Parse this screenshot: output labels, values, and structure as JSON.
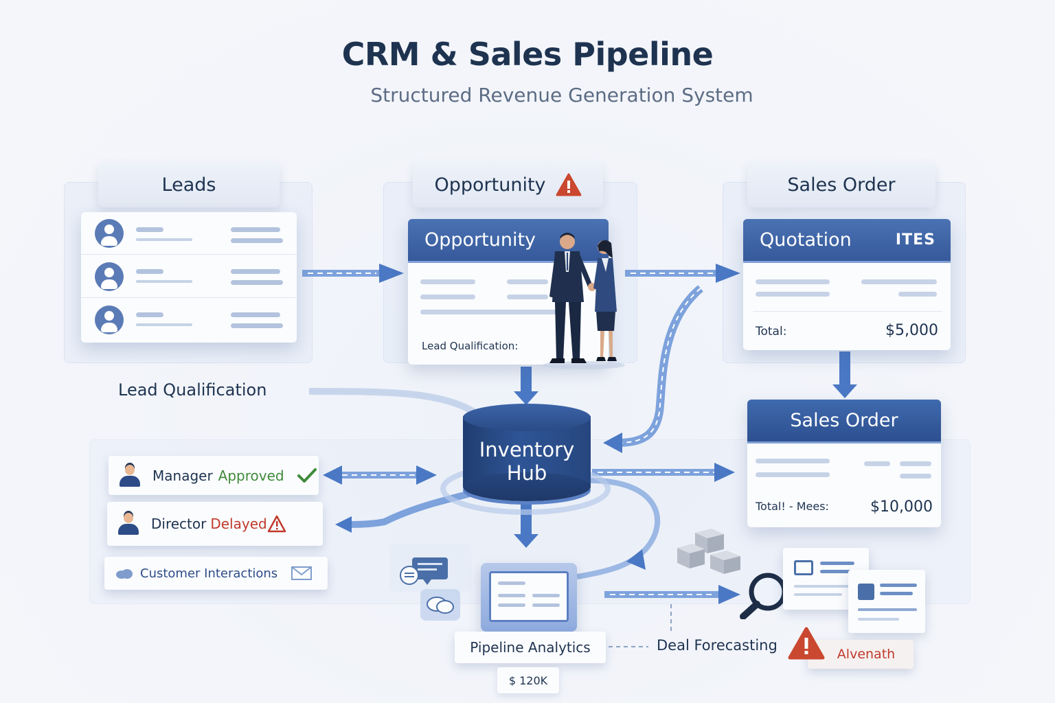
{
  "header": {
    "title": "CRM & Sales Pipeline",
    "subtitle": "Structured Revenue Generation System"
  },
  "stages": {
    "leads": "Leads",
    "opportunity": "Opportunity",
    "sales_order": "Sales Order"
  },
  "opportunity_card": {
    "title": "Opportunity",
    "footer": "Lead Qualification:"
  },
  "quotation_card": {
    "title": "Quotation",
    "badge": "ITES",
    "total_label": "Total:",
    "total_value": "$5,000"
  },
  "sales_order_card": {
    "title": "Sales Order",
    "total_label": "Total! - Mees:",
    "total_value": "$10,000"
  },
  "lead_qualification_label": "Lead Qualification",
  "inventory_hub": {
    "line1": "Inventory",
    "line2": "Hub"
  },
  "approvals": {
    "manager_role": "Manager",
    "manager_status": "Approved",
    "director_role": "Director",
    "director_status": "Delayed",
    "customer_interactions": "Customer Interactions"
  },
  "analytics": {
    "pipeline_label": "Pipeline Analytics",
    "pipeline_value": "$ 120K",
    "forecast_label": "Deal Forecasting",
    "alert_label": "Alvenath"
  },
  "colors": {
    "primary": "#36599a",
    "accent_blue": "#4a78c4",
    "approved": "#3f8a3a",
    "delayed": "#c0392b"
  },
  "icons": [
    "warning-icon",
    "user-icon",
    "checkmark-icon",
    "envelope-icon",
    "chat-icon",
    "search-icon",
    "database-icon"
  ]
}
